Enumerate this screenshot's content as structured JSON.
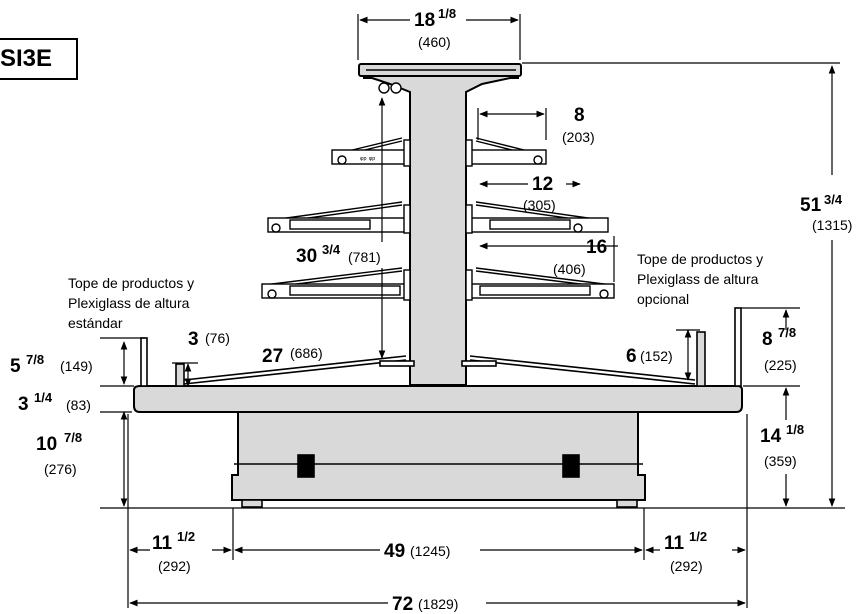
{
  "model_label": "SI3E",
  "notes": {
    "left_line1": "Tope de productos y",
    "left_line2": "Plexiglass de altura",
    "left_line3": "estándar",
    "right_line1": "Tope de productos y",
    "right_line2": "Plexiglass de altura",
    "right_line3": "opcional"
  },
  "dims": {
    "top_width": {
      "whole": "18",
      "frac": "1/8",
      "mm": "(460)"
    },
    "total_height": {
      "whole": "51",
      "frac": "3/4",
      "mm": "(1315)"
    },
    "shelf1": {
      "whole": "8",
      "mm": "(203)"
    },
    "shelf2": {
      "whole": "12",
      "mm": "(305)"
    },
    "shelf3": {
      "whole": "16",
      "mm": "(406)"
    },
    "column_height": {
      "whole": "30",
      "frac": "3/4",
      "mm": "(781)"
    },
    "deck_depth": {
      "whole": "27",
      "mm": "(686)"
    },
    "left_lip": {
      "whole": "3",
      "mm": "(76)"
    },
    "right_lip": {
      "whole": "6",
      "mm": "(152)"
    },
    "left_plexi": {
      "whole": "5",
      "frac": "7/8",
      "mm": "(149)"
    },
    "right_plexi": {
      "whole": "8",
      "frac": "7/8",
      "mm": "(225)"
    },
    "deck_thick": {
      "whole": "3",
      "frac": "1/4",
      "mm": "(83)"
    },
    "base_left_height": {
      "whole": "10",
      "frac": "7/8",
      "mm": "(276)"
    },
    "base_right_height": {
      "whole": "14",
      "frac": "1/8",
      "mm": "(359)"
    },
    "overhang_left": {
      "whole": "11",
      "frac": "1/2",
      "mm": "(292)"
    },
    "base_width": {
      "whole": "49",
      "mm": "(1245)"
    },
    "overhang_right": {
      "whole": "11",
      "frac": "1/2",
      "mm": "(292)"
    },
    "total_width": {
      "whole": "72",
      "mm": "(1829)"
    }
  }
}
